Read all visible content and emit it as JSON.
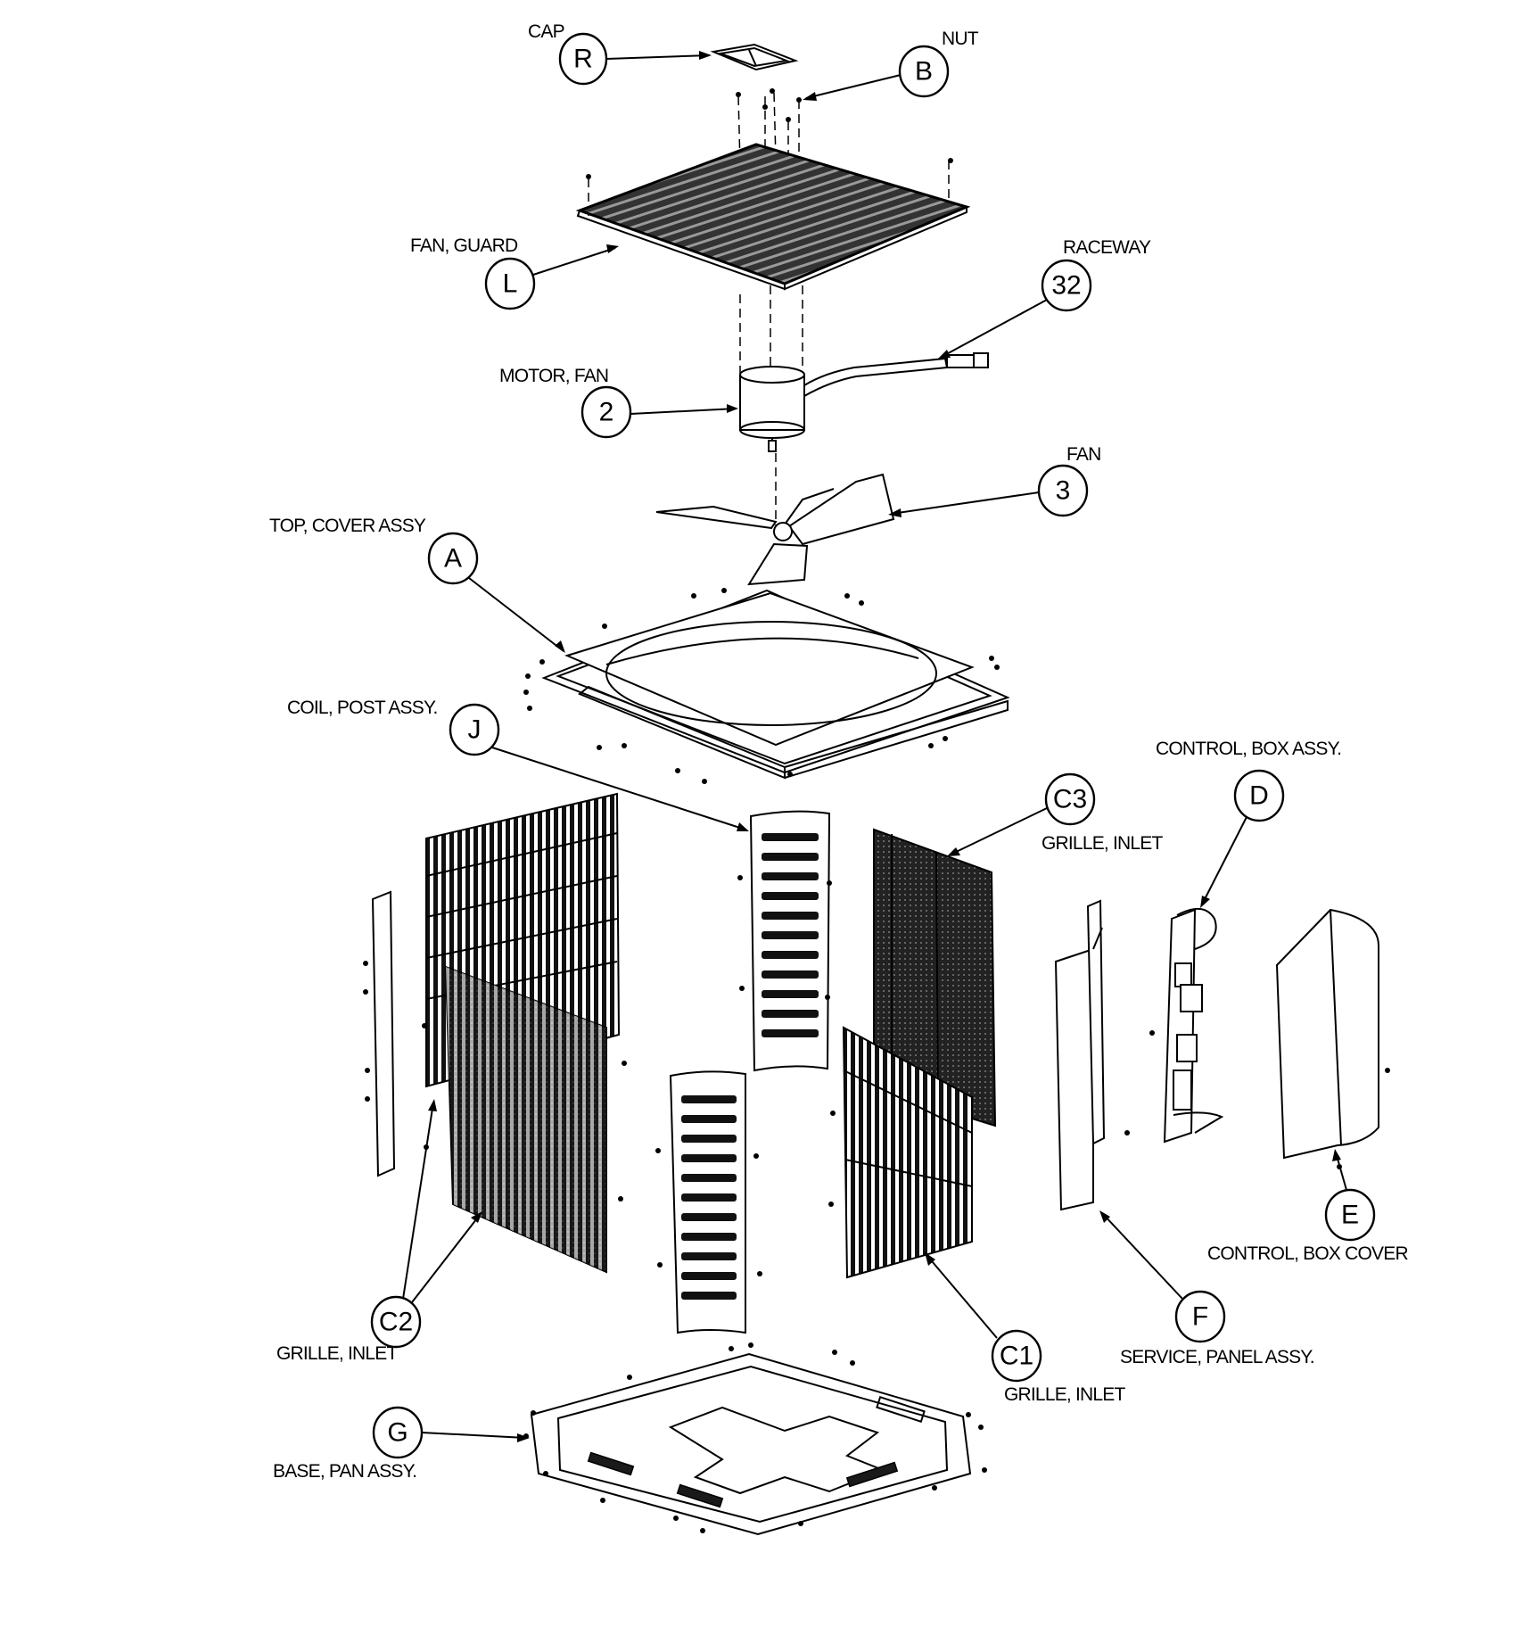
{
  "callouts": [
    {
      "id": "R",
      "label": "CAP"
    },
    {
      "id": "B",
      "label": "NUT"
    },
    {
      "id": "L",
      "label": "FAN, GUARD"
    },
    {
      "id": "32",
      "label": "RACEWAY"
    },
    {
      "id": "2",
      "label": "MOTOR, FAN"
    },
    {
      "id": "3",
      "label": "FAN"
    },
    {
      "id": "A",
      "label": "TOP, COVER ASSY"
    },
    {
      "id": "J",
      "label": "COIL, POST ASSY."
    },
    {
      "id": "D",
      "label": "CONTROL, BOX ASSY."
    },
    {
      "id": "C3",
      "label": "GRILLE, INLET"
    },
    {
      "id": "E",
      "label": "CONTROL, BOX COVER"
    },
    {
      "id": "F",
      "label": "SERVICE, PANEL ASSY."
    },
    {
      "id": "C2",
      "label": "GRILLE, INLET"
    },
    {
      "id": "C1",
      "label": "GRILLE, INLET"
    },
    {
      "id": "G",
      "label": "BASE, PAN ASSY."
    }
  ]
}
